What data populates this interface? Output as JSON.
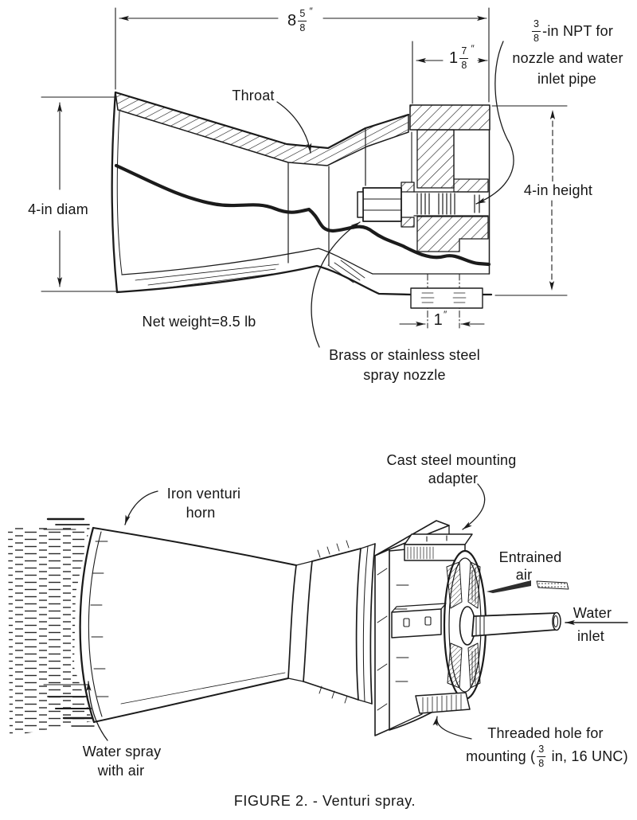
{
  "colors": {
    "ink": "#1b1b1b",
    "paper": "#ffffff"
  },
  "figure_caption": "FIGURE 2. - Venturi spray.",
  "cross_section": {
    "dim_overall": {
      "whole": "8",
      "numerator": "5",
      "denominator": "8",
      "unit": "″"
    },
    "dim_recess": {
      "whole": "1",
      "numerator": "7",
      "denominator": "8",
      "unit": "″"
    },
    "npt_note": {
      "numerator": "3",
      "denominator": "8",
      "line1_rest": "-in NPT for",
      "line2": "nozzle and water",
      "line3": "inlet pipe"
    },
    "throat": "Throat",
    "dim_diameter": "4-in diam",
    "dim_height": "4-in height",
    "net_weight": "Net weight=8.5 lb",
    "dim_feet": {
      "value": "1",
      "unit": "″"
    },
    "nozzle_note": {
      "line1": "Brass or stainless steel",
      "line2": "spray nozzle"
    }
  },
  "perspective": {
    "horn_label": {
      "line1": "Iron venturi",
      "line2": "horn"
    },
    "adapter_label": {
      "line1": "Cast steel mounting",
      "line2": "adapter"
    },
    "entrained_air": {
      "line1": "Entrained",
      "line2": "air"
    },
    "water_inlet": {
      "line1": "Water",
      "line2": "inlet"
    },
    "water_spray": {
      "line1": "Water spray",
      "line2": "with air"
    },
    "threaded_hole": {
      "line1": "Threaded hole for",
      "line2_pre": "mounting (",
      "numerator": "3",
      "denominator": "8",
      "line2_post": " in, 16 UNC)"
    }
  }
}
